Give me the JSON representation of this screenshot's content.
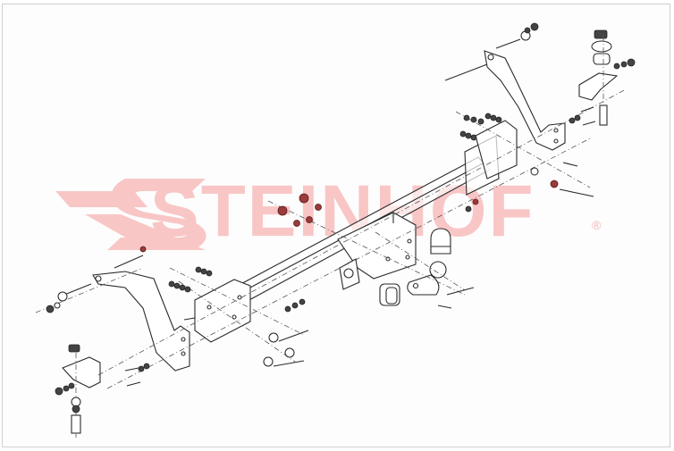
{
  "diagram": {
    "type": "exploded-view technical drawing",
    "subject": "tow bar (towing hitch) assembly",
    "watermark": {
      "brand": "STEINHOF",
      "registered_mark": "®",
      "color": "#f9c6c6"
    },
    "components": [
      {
        "id": "crossbar",
        "label": "main crossbar beam"
      },
      {
        "id": "left-bracket",
        "label": "left side mounting arm"
      },
      {
        "id": "right-bracket",
        "label": "right side mounting arm"
      },
      {
        "id": "left-angle-bracket",
        "label": "left angle bracket with clip nut"
      },
      {
        "id": "right-angle-bracket",
        "label": "right angle bracket with spacer"
      },
      {
        "id": "tow-ball",
        "label": "tow ball neck"
      },
      {
        "id": "ball-cap",
        "label": "tow ball cover cap"
      },
      {
        "id": "socket-plate",
        "label": "electric socket plate"
      },
      {
        "id": "rubber-plug",
        "label": "rubber seal"
      },
      {
        "id": "fasteners",
        "label": "bolts, nuts and washers"
      }
    ],
    "colors": {
      "line": "#2a2a2a",
      "background": "#fdfdfd",
      "border": "#cfcfcf",
      "highlighted_nuts": "#9b3a3a"
    }
  }
}
